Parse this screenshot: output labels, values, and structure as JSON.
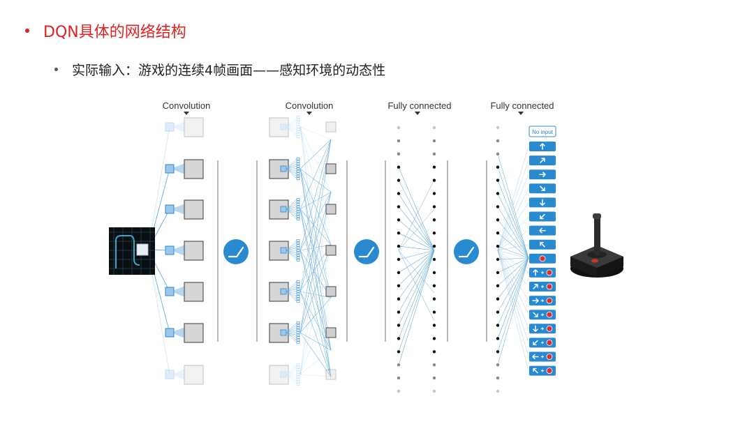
{
  "heading": "DQN具体的网络结构",
  "subheading": "实际输入：游戏的连续4帧画面——感知环境的动态性",
  "layers": [
    {
      "label": "Convolution"
    },
    {
      "label": "Convolution"
    },
    {
      "label": "Fully connected"
    },
    {
      "label": "Fully connected"
    }
  ],
  "outputs": {
    "no_input_label": "No input",
    "actions": [
      "up-arrow",
      "up-right-arrow",
      "right-arrow",
      "down-right-arrow",
      "down-arrow",
      "down-left-arrow",
      "left-arrow",
      "up-left-arrow",
      "fire",
      "up-fire",
      "up-right-fire",
      "right-fire",
      "down-right-fire",
      "down-fire",
      "down-left-fire",
      "left-fire",
      "up-left-fire"
    ]
  },
  "icons": {
    "input": "game-screen-icon",
    "activation": "relu-icon",
    "controller": "joystick-icon"
  },
  "colors": {
    "accent": "#e02020",
    "blue": "#2a8ad0",
    "line": "#6aaed8",
    "gray": "#9a9a9a"
  }
}
